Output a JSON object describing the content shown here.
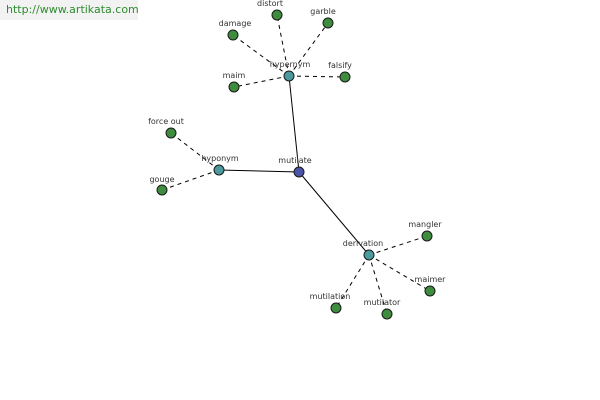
{
  "watermark": "http://www.artikata.com",
  "colors": {
    "center": "#4b54a8",
    "category": "#4a9a9e",
    "leaf": "#3e8c3e"
  },
  "nodes": [
    {
      "id": "mutilate",
      "label": "mutilate",
      "kind": "center"
    },
    {
      "id": "hypernym",
      "label": "hypernym",
      "kind": "category"
    },
    {
      "id": "hyponym",
      "label": "hyponym",
      "kind": "category"
    },
    {
      "id": "derivation",
      "label": "derivation",
      "kind": "category"
    },
    {
      "id": "distort",
      "label": "distort",
      "kind": "leaf"
    },
    {
      "id": "garble",
      "label": "garble",
      "kind": "leaf"
    },
    {
      "id": "damage",
      "label": "damage",
      "kind": "leaf"
    },
    {
      "id": "falsify",
      "label": "falsify",
      "kind": "leaf"
    },
    {
      "id": "maim",
      "label": "maim",
      "kind": "leaf"
    },
    {
      "id": "force_out",
      "label": "force out",
      "kind": "leaf"
    },
    {
      "id": "gouge",
      "label": "gouge",
      "kind": "leaf"
    },
    {
      "id": "mangler",
      "label": "mangler",
      "kind": "leaf"
    },
    {
      "id": "maimer",
      "label": "maimer",
      "kind": "leaf"
    },
    {
      "id": "mutilation",
      "label": "mutilation",
      "kind": "leaf"
    },
    {
      "id": "mutilator",
      "label": "mutilator",
      "kind": "leaf"
    }
  ],
  "edges": [
    {
      "from": "mutilate",
      "to": "hypernym",
      "style": "solid"
    },
    {
      "from": "mutilate",
      "to": "hyponym",
      "style": "solid"
    },
    {
      "from": "mutilate",
      "to": "derivation",
      "style": "solid"
    },
    {
      "from": "hypernym",
      "to": "distort",
      "style": "dashed"
    },
    {
      "from": "hypernym",
      "to": "garble",
      "style": "dashed"
    },
    {
      "from": "hypernym",
      "to": "damage",
      "style": "dashed"
    },
    {
      "from": "hypernym",
      "to": "falsify",
      "style": "dashed"
    },
    {
      "from": "hypernym",
      "to": "maim",
      "style": "dashed"
    },
    {
      "from": "hyponym",
      "to": "force_out",
      "style": "dashed"
    },
    {
      "from": "hyponym",
      "to": "gouge",
      "style": "dashed"
    },
    {
      "from": "derivation",
      "to": "mangler",
      "style": "dashed"
    },
    {
      "from": "derivation",
      "to": "maimer",
      "style": "dashed"
    },
    {
      "from": "derivation",
      "to": "mutilation",
      "style": "dashed"
    },
    {
      "from": "derivation",
      "to": "mutilator",
      "style": "dashed"
    }
  ]
}
